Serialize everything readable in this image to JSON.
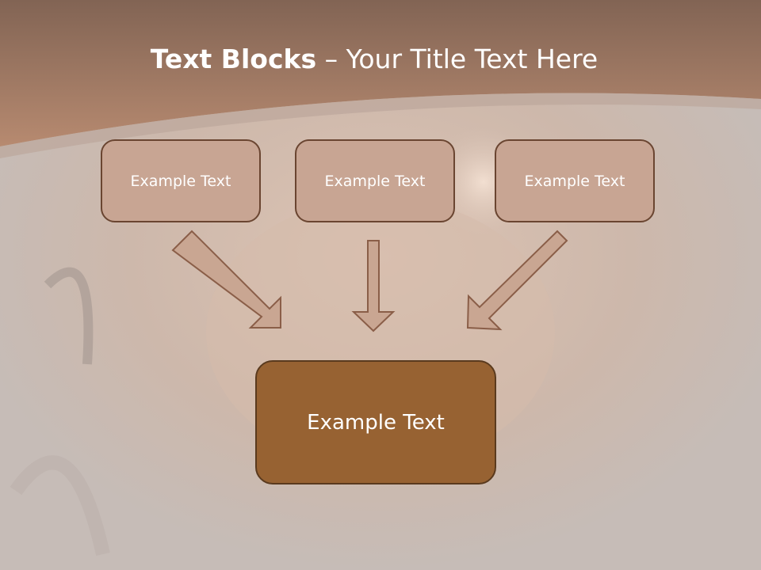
{
  "title": {
    "bold": "Text Blocks",
    "dash": " – ",
    "rest": "Your Title Text Here"
  },
  "blocks": [
    {
      "label": "Example Text"
    },
    {
      "label": "Example Text"
    },
    {
      "label": "Example Text"
    }
  ],
  "main_block": {
    "label": "Example Text"
  },
  "colors": {
    "header": "#8f6a58",
    "block_fill": "#c8a593",
    "block_border": "#6a4531",
    "main_fill": "#976232",
    "arrow_fill": "#c9a692"
  }
}
